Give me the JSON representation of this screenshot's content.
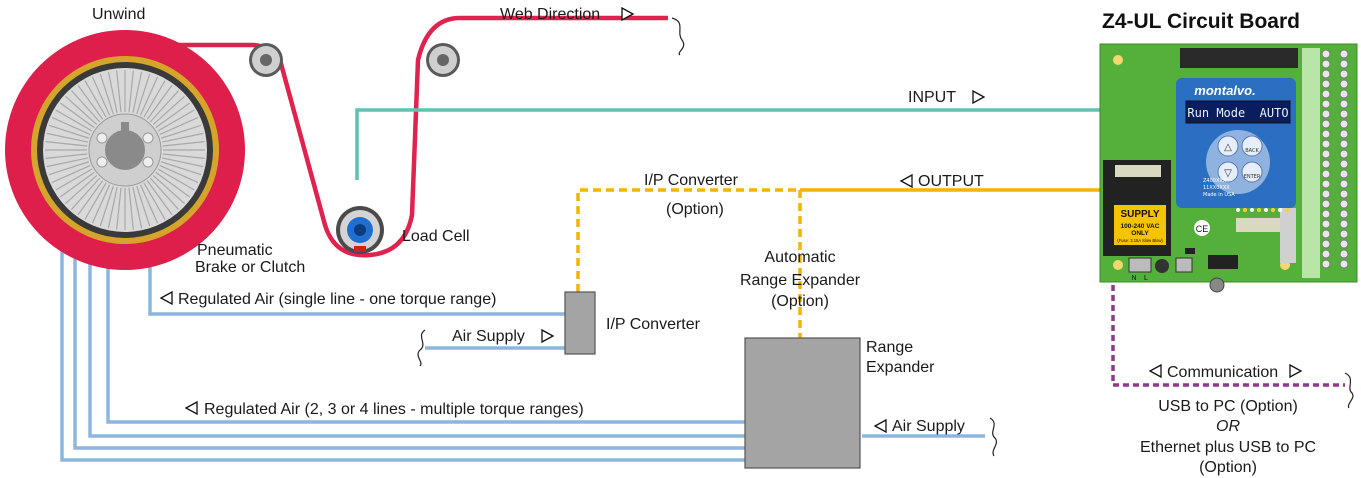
{
  "labels": {
    "unwind": "Unwind",
    "web_direction": "Web Direction",
    "load_cell": "Load Cell",
    "brake_line1": "Pneumatic",
    "brake_line2": "Brake or Clutch",
    "regulated_single": "Regulated Air (single line - one torque range)",
    "air_supply_left": "Air Supply",
    "ip_converter": "I/P Converter",
    "ip_converter_top": "I/P Converter",
    "option_top": "(Option)",
    "are_line1": "Automatic",
    "are_line2": "Range Expander",
    "are_line3": "(Option)",
    "range_line1": "Range",
    "range_line2": "Expander",
    "regulated_multi": "Regulated Air (2, 3 or 4 lines - multiple torque ranges)",
    "air_supply_right": "Air Supply",
    "input": "INPUT",
    "output": "OUTPUT",
    "communication": "Communication",
    "usb": "USB to PC (Option)",
    "or": "OR",
    "eth": "Ethernet plus USB to PC",
    "eth_option": "(Option)"
  },
  "board": {
    "title": "Z4-UL Circuit Board",
    "brand": "montalvo.",
    "display": "Run Mode  AUTO",
    "back": "BACK",
    "enter": "ENTER",
    "supply": "SUPPLY",
    "supply_v1": "100-240 VAC",
    "supply_v2": "ONLY",
    "fuse": "(Fuse: 3.15A Slow Blow)",
    "ce": "CE",
    "n": "N",
    "l": "L",
    "serial1": "Z400XXX",
    "serial2": "11XX0XXX",
    "made": "Made in USA"
  },
  "colors": {
    "web": "#e0234e",
    "input": "#5fc1b0",
    "output": "#f4b400",
    "air": "#8cb6de",
    "comm": "#8e3a8c",
    "board": "#54b03a",
    "panel": "#2b6fc3"
  }
}
